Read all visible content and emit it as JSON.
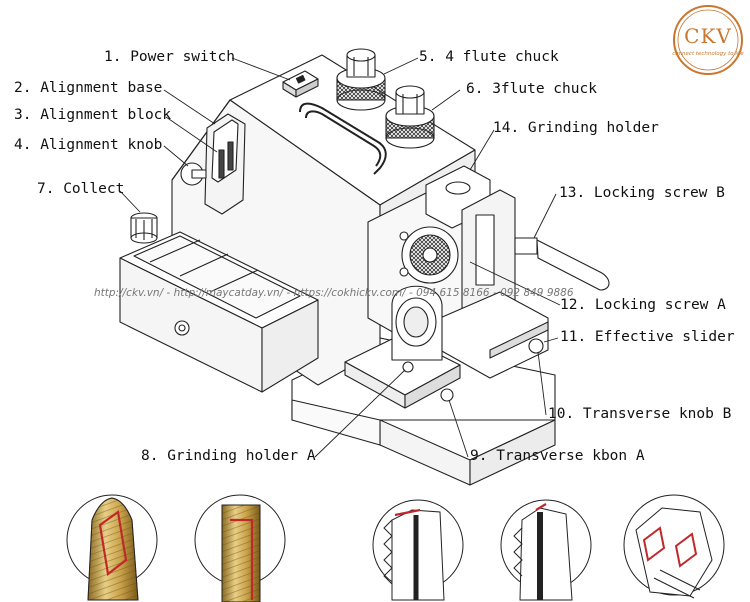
{
  "labels": {
    "l1": "1. Power switch",
    "l2": "2. Alignment base",
    "l3": "3. Alignment block",
    "l4": "4. Alignment knob",
    "l5": "5. 4 flute chuck",
    "l6": "6. 3flute chuck",
    "l7": "7. Collect",
    "l8": "8. Grinding holder A",
    "l9": "9. Transverse kbon A",
    "l10": "10. Transverse knob B",
    "l11": "11. Effective slider",
    "l12": "12. Locking screw A",
    "l13": "13. Locking screw B",
    "l14": "14. Grinding holder"
  },
  "watermark": "http://ckv.vn/ - http://maycatday.vn/ - https://cokhickv.com/ - 094 615 8166 - 092 849 9886",
  "logo": {
    "brand": "CKV",
    "tagline": "connect technology to life",
    "color": "#c9772f"
  },
  "colors": {
    "line": "#222222",
    "gold": "#c9a24a",
    "gold_light": "#e8cf86",
    "red": "#c0282a"
  }
}
